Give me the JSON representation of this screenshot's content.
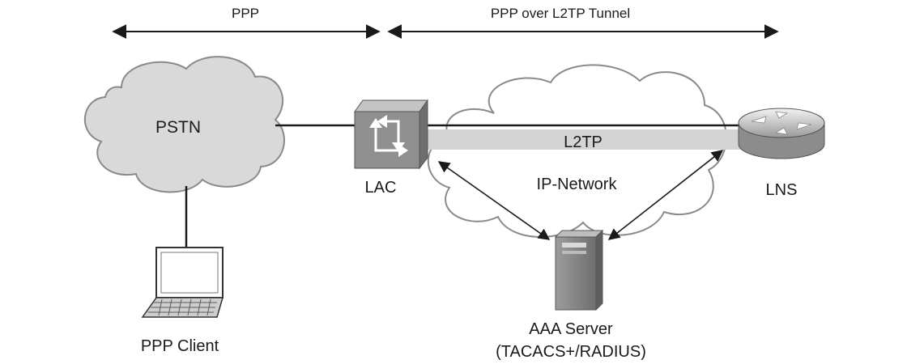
{
  "labels": {
    "ppp_span": "PPP",
    "ppp_over_l2tp_span": "PPP over L2TP Tunnel",
    "pstn": "PSTN",
    "lac": "LAC",
    "l2tp": "L2TP",
    "ip_network": "IP-Network",
    "lns": "LNS",
    "ppp_client": "PPP Client",
    "aaa_server_line1": "AAA Server",
    "aaa_server_line2": "(TACACS+/RADIUS)"
  },
  "icons": {
    "pstn": "cloud-icon",
    "ip_network": "cloud-icon",
    "lac": "access-concentrator-icon",
    "lns": "router-icon",
    "aaa_server": "server-tower-icon",
    "ppp_client": "laptop-icon"
  },
  "colors": {
    "cloud_fill": "#d9d9d9",
    "cloud_outline": "#777777",
    "tunnel": "#d4d4d4",
    "line": "#1a1a1a",
    "device_dark": "#8a8a8a",
    "device_light": "#c8c8c8"
  }
}
